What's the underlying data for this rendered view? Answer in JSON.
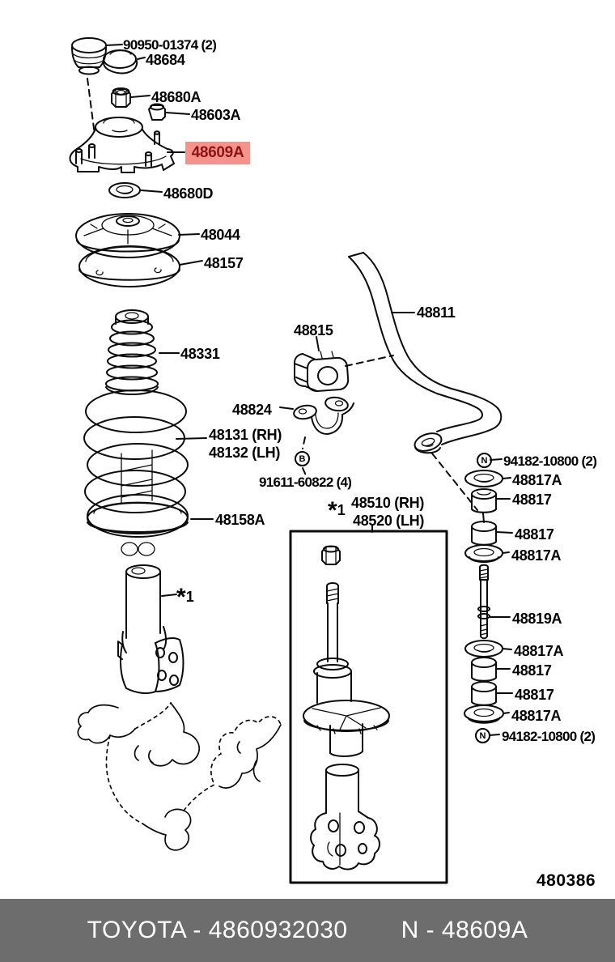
{
  "highlight": {
    "bg": "#f5928b",
    "fg": "#8c1511"
  },
  "labels": {
    "cap_bolt": "90950-01374 (2)",
    "cap": "48684",
    "support_nut": "48680A",
    "stud_nut": "48603A",
    "support": "48609A",
    "support_washer": "48680D",
    "spring_seat": "48044",
    "spring_insulator_upper": "48157",
    "spring_bumper": "48331",
    "coil_spring_rh": "48131 (RH)",
    "coil_spring_lh": "48132 (LH)",
    "stabilizer_bracket": "48824",
    "bracket_bolt": "91611-60822 (4)",
    "spring_insulator_lower": "48158A",
    "stabilizer_bar": "48811",
    "stabilizer_bushing": "48815",
    "strut_rh": "48510 (RH)",
    "strut_lh": "48520 (LH)",
    "link_nut_top": "94182-10800 (2)",
    "link_washer_1": "48817A",
    "link_cushion_1": "48817",
    "link_cushion_2": "48817",
    "link_washer_2": "48817A",
    "link_bolt": "48819A",
    "link_washer_3": "48817A",
    "link_cushion_3": "48817",
    "link_cushion_4": "48817",
    "link_washer_4": "48817A",
    "link_nut_bottom": "94182-10800 (2)",
    "circled_b": "B",
    "circled_n": "N",
    "ref_star": "*",
    "ref_num": "1",
    "diagram_code": "480386"
  },
  "footer": {
    "brand_part": "TOYOTA - 4860932030",
    "ref": "N - 48609A"
  }
}
